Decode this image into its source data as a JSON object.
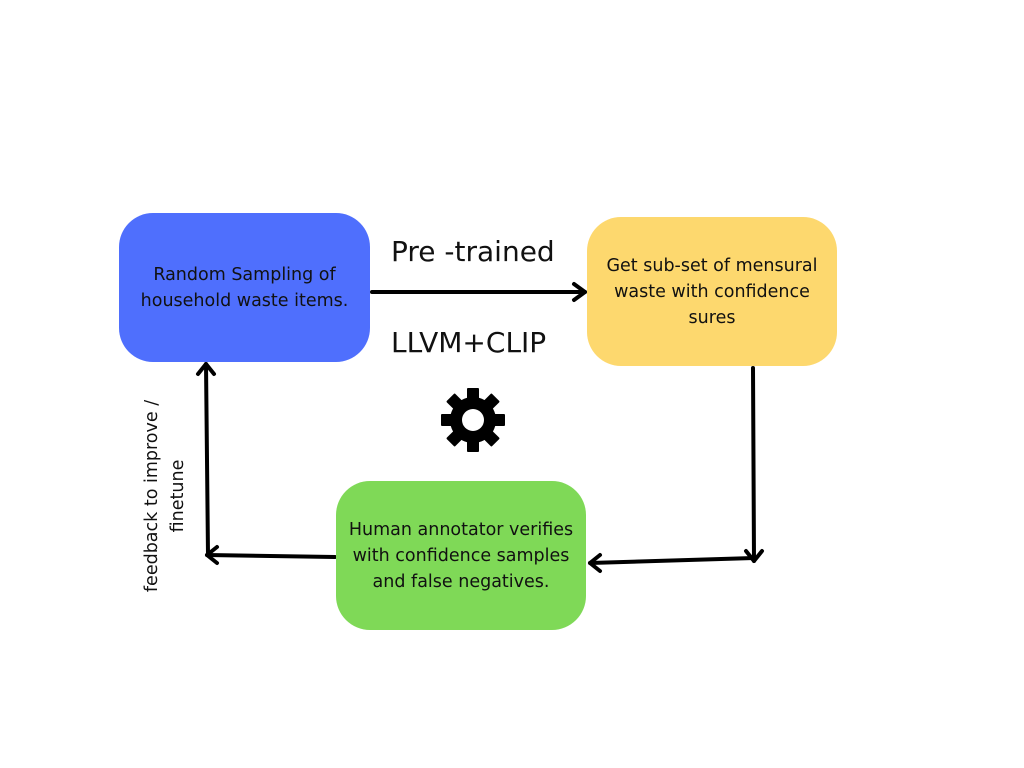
{
  "nodes": {
    "sampling": "Random Sampling of household waste items.",
    "subset": "Get sub-set of mensural waste with confidence sures",
    "annotator": "Human annotator verifies with confidence samples and false negatives."
  },
  "edge_labels": {
    "top_above": "Pre -trained",
    "top_below": "LLVM+CLIP",
    "feedback": "feedback to improve / finetune"
  },
  "colors": {
    "sampling": "#4f6ffd",
    "subset": "#fdd86e",
    "annotator": "#7fd957",
    "edges": "#000000"
  },
  "icons": [
    "gear-icon"
  ]
}
